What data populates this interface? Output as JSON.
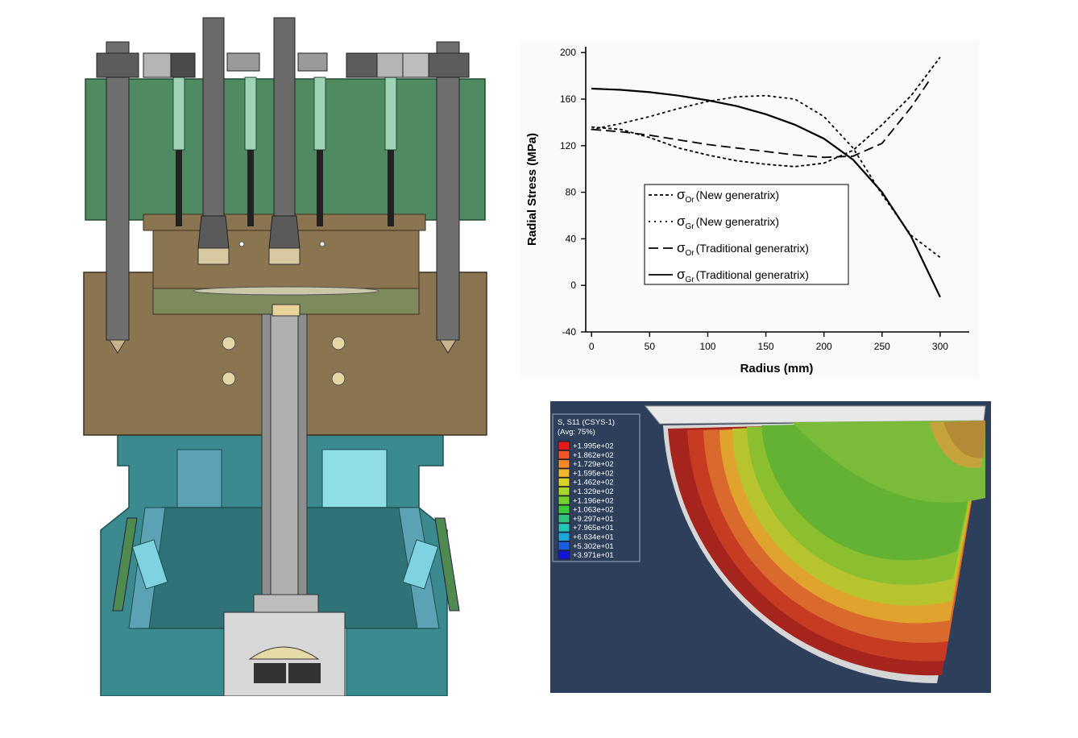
{
  "chart_data": {
    "type": "line",
    "xlabel": "Radius (mm)",
    "ylabel": "Radial Stress (MPa)",
    "xlim": [
      -5,
      325
    ],
    "ylim": [
      -40,
      205
    ],
    "x_ticks": [
      "0",
      "50",
      "100",
      "150",
      "200",
      "250",
      "300"
    ],
    "y_ticks": [
      "-40",
      "0",
      "40",
      "80",
      "120",
      "160",
      "200"
    ],
    "legend_position": "center-left",
    "series": [
      {
        "name_symbol": "σ",
        "name_sub": "Or",
        "name_text": "(New generatrix)",
        "style": "short-dash",
        "x": [
          0,
          25,
          50,
          75,
          100,
          125,
          150,
          175,
          200,
          225,
          250,
          275,
          300
        ],
        "y": [
          136,
          134,
          127,
          118,
          112,
          107,
          104,
          102,
          105,
          116,
          138,
          163,
          196
        ]
      },
      {
        "name_symbol": "σ",
        "name_sub": "Gr",
        "name_text": "(New generatrix)",
        "style": "dotted",
        "x": [
          0,
          25,
          50,
          75,
          100,
          125,
          150,
          175,
          200,
          225,
          250,
          275,
          300
        ],
        "y": [
          134,
          139,
          145,
          152,
          158,
          162,
          163,
          160,
          145,
          118,
          78,
          43,
          24
        ]
      },
      {
        "name_symbol": "σ",
        "name_sub": "Or",
        "name_text": "(Traditional generatrix)",
        "style": "long-dash",
        "x": [
          0,
          25,
          50,
          75,
          100,
          125,
          150,
          175,
          200,
          225,
          250,
          275,
          290
        ],
        "y": [
          134,
          132,
          129,
          125,
          121,
          118,
          115,
          112,
          110,
          111,
          122,
          153,
          175
        ]
      },
      {
        "name_symbol": "σ",
        "name_sub": "Gr",
        "name_text": "(Traditional generatrix)",
        "style": "solid",
        "x": [
          0,
          25,
          50,
          75,
          100,
          125,
          150,
          175,
          200,
          225,
          250,
          275,
          300
        ],
        "y": [
          169,
          168,
          166,
          163,
          159,
          154,
          147,
          138,
          126,
          108,
          80,
          42,
          -10
        ]
      }
    ]
  },
  "fea_legend": {
    "title_line1": "S, S11 (CSYS-1)",
    "title_line2": "(Avg: 75%)",
    "entries": [
      {
        "value": "+1.995e+02",
        "color": "#e41b17"
      },
      {
        "value": "+1.862e+02",
        "color": "#f0542a"
      },
      {
        "value": "+1.729e+02",
        "color": "#f58a27"
      },
      {
        "value": "+1.595e+02",
        "color": "#f2b62a"
      },
      {
        "value": "+1.462e+02",
        "color": "#d8d128"
      },
      {
        "value": "+1.329e+02",
        "color": "#a8d62a"
      },
      {
        "value": "+1.196e+02",
        "color": "#72d12d"
      },
      {
        "value": "+1.063e+02",
        "color": "#3ec936"
      },
      {
        "value": "+9.297e+01",
        "color": "#2fc47a"
      },
      {
        "value": "+7.965e+01",
        "color": "#23c7b6"
      },
      {
        "value": "+6.634e+01",
        "color": "#1fa6d8"
      },
      {
        "value": "+5.302e+01",
        "color": "#1a5ee0"
      },
      {
        "value": "+3.971e+01",
        "color": "#1414d6"
      }
    ]
  },
  "colors": {
    "green_block": "#4f8a62",
    "brown_block": "#8b7450",
    "teal_body": "#3a8a8f",
    "steel": "#7b7b7b",
    "fea_bg": "#2e3f5c"
  }
}
